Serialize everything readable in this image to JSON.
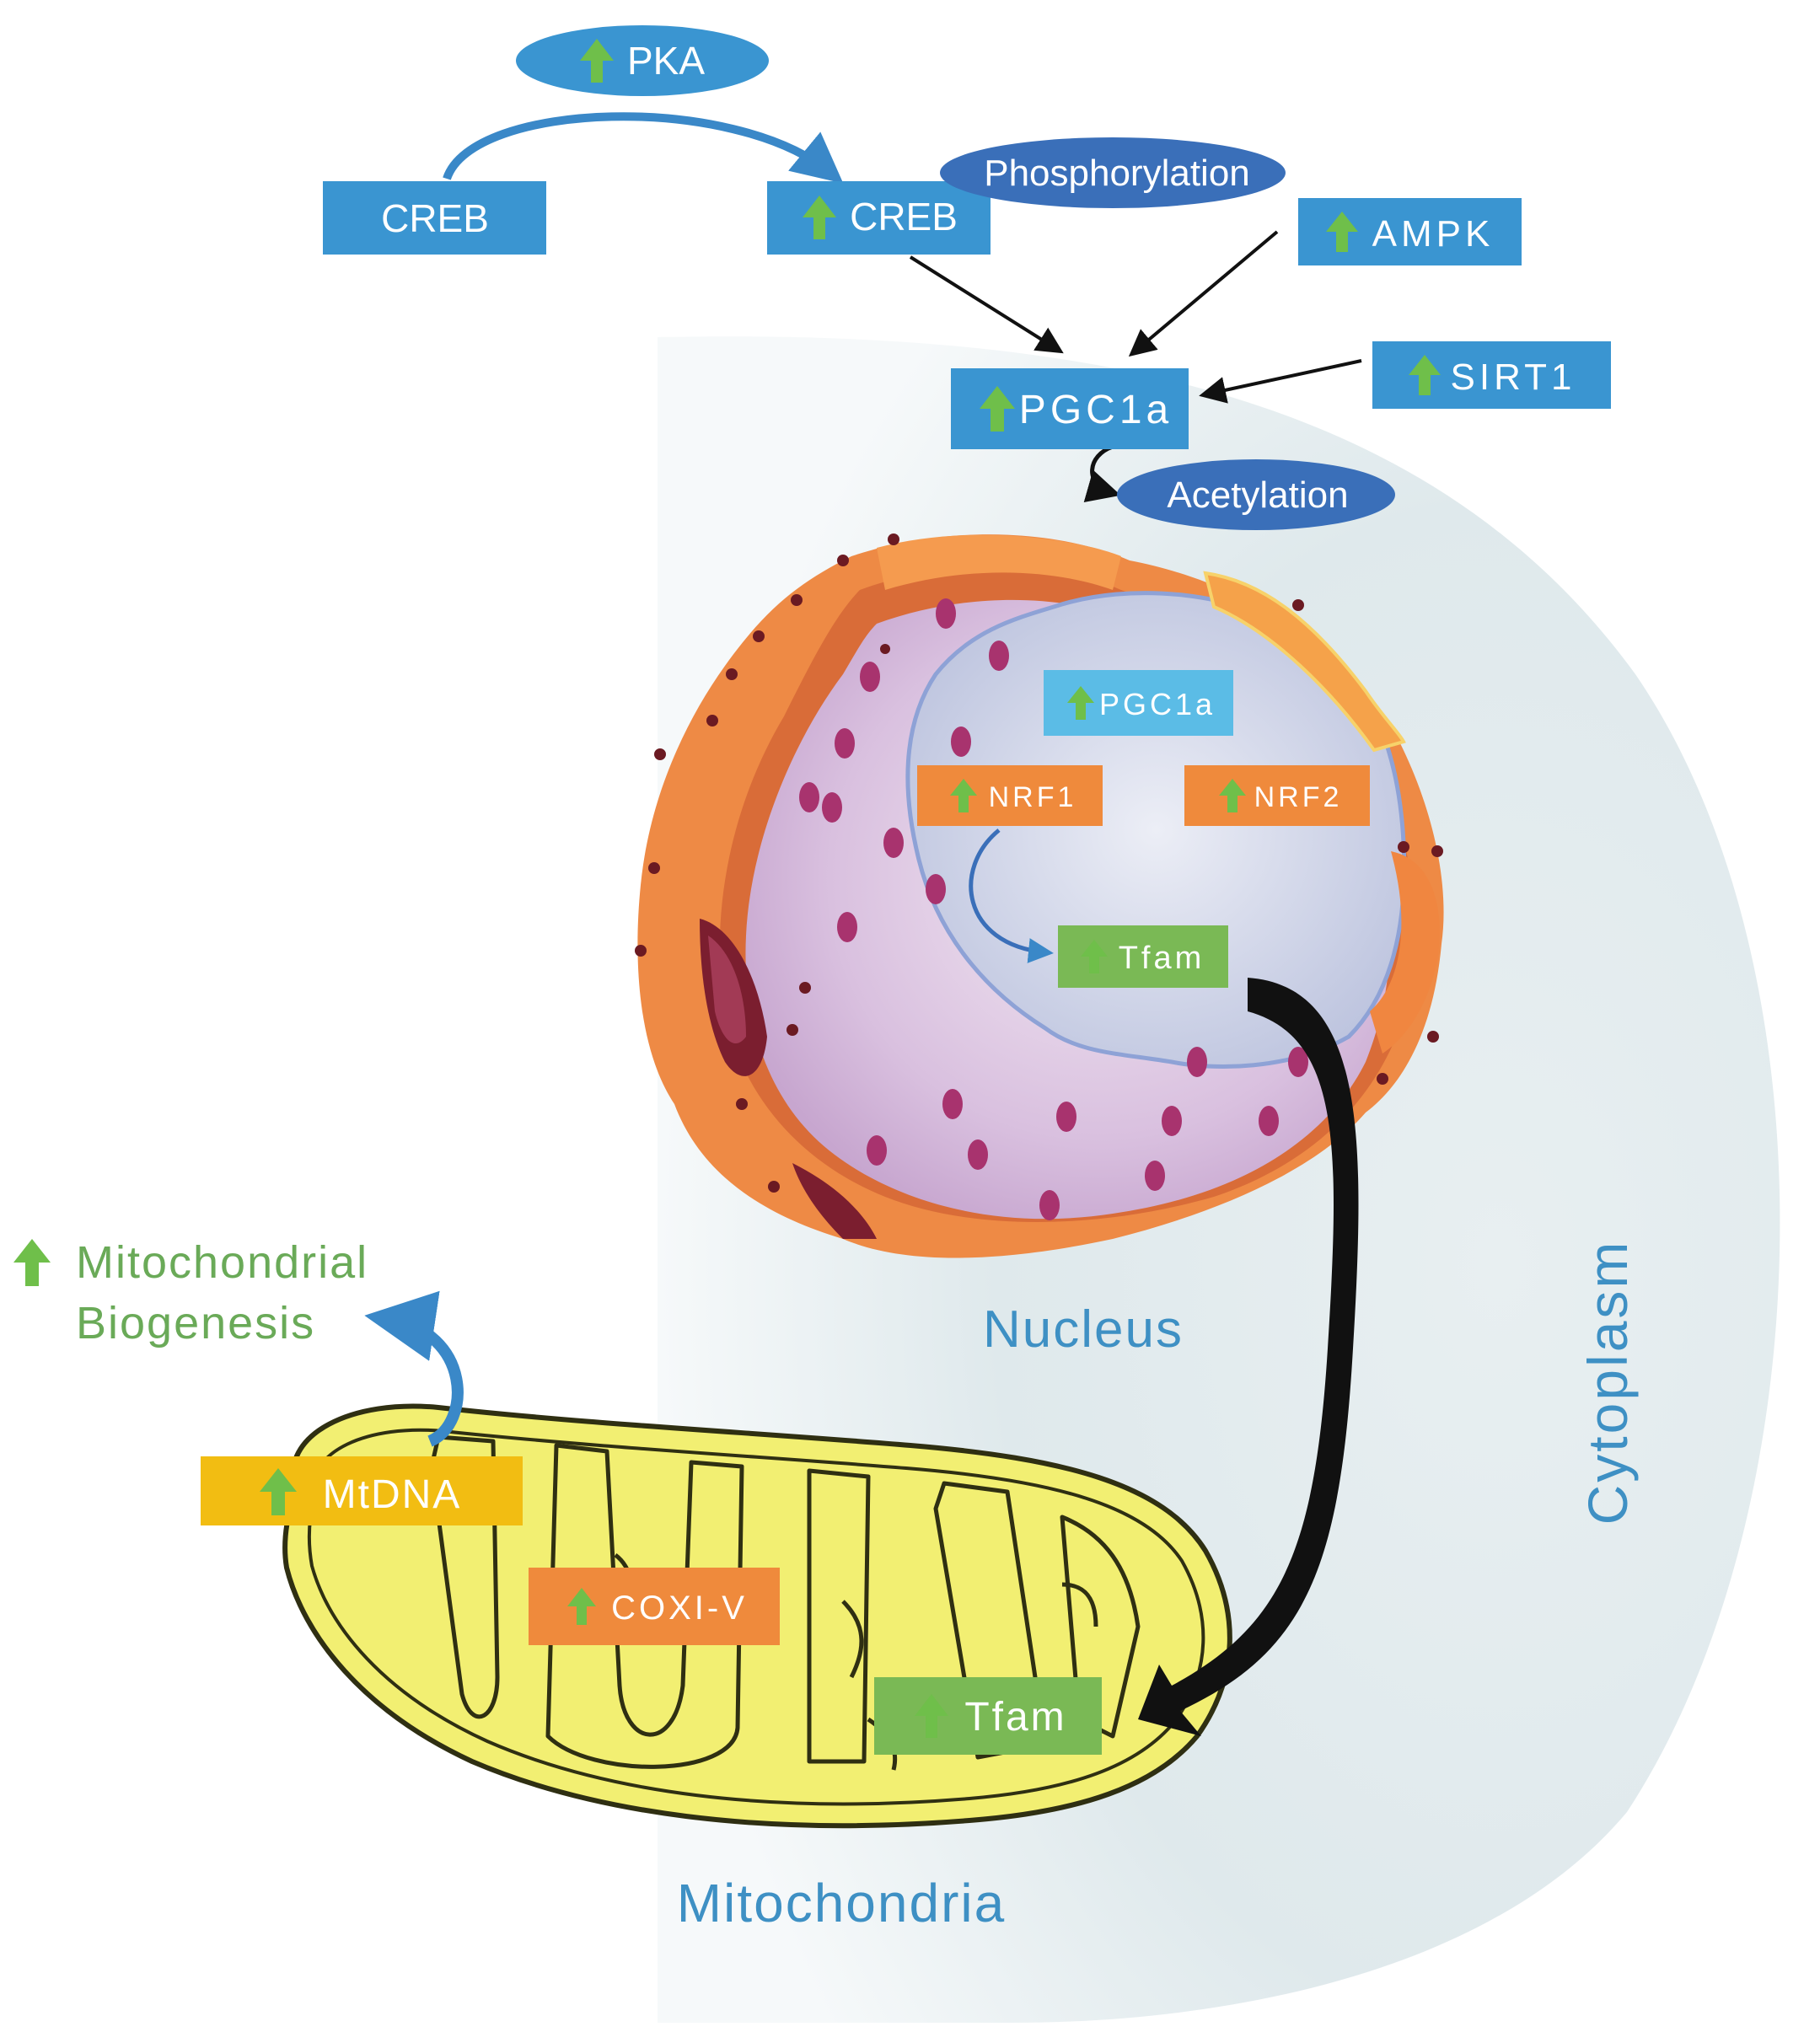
{
  "colors": {
    "box_blue": "#3a95d1",
    "box_light_blue": "#5bbce6",
    "ellipse_blue": "#3a6fb9",
    "box_orange": "#ef8a3c",
    "box_green": "#7ab955",
    "box_yellow": "#f2bd12",
    "up_arrow": "#6fbf4a",
    "label_blue": "#3e90c4",
    "label_green": "#6aaa58",
    "cytoplasm": "#dde7ea",
    "nucleus_envelope": "#ee8d4a",
    "nucleoplasm": "#d9c4e2",
    "nucleolus": "#b9c6e3",
    "mito_fill": "#f2ef72",
    "mito_outline": "#2f2f12"
  },
  "icons": {
    "up_arrow": "up-arrow-icon"
  },
  "nodes": {
    "pka": "PKA",
    "creb_left": "CREB",
    "creb_right": "CREB",
    "phosphorylation": "Phosphorylation",
    "ampk": "AMPK",
    "sirt1": "SIRT1",
    "pgc1a_cytoplasm": "PGC1a",
    "acetylation": "Acetylation",
    "pgc1a_nucleus": "PGC1a",
    "nrf1": "NRF1",
    "nrf2": "NRF2",
    "tfam_nucleus": "Tfam",
    "mtdna": "MtDNA",
    "coxi_v": "COXI-V",
    "tfam_mito": "Tfam"
  },
  "labels": {
    "biogenesis_line1": "Mitochondrial",
    "biogenesis_line2": "Biogenesis",
    "nucleus": "Nucleus",
    "cytoplasm": "Cytoplasm",
    "mitochondria": "Mitochondria"
  }
}
